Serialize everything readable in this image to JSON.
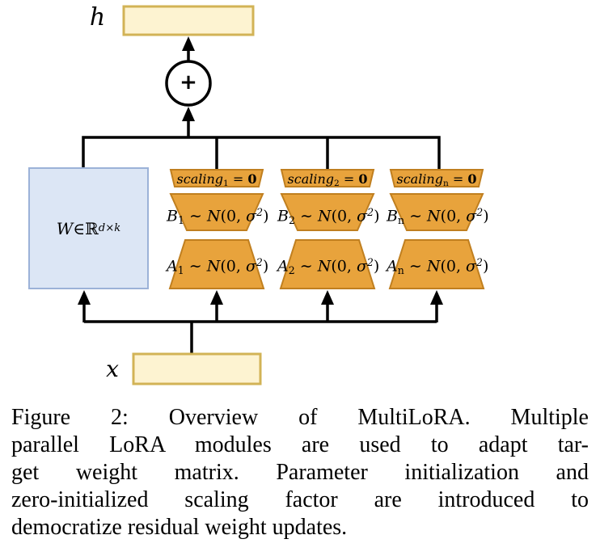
{
  "diagram": {
    "h_label": "h",
    "x_label": "x",
    "plus_label": "+",
    "w_label": [
      {
        "t": "W",
        "s": "var"
      },
      {
        "t": " ∈ ",
        "s": "plain"
      },
      {
        "t": "ℝ",
        "s": "plain"
      },
      {
        "t": "d×k",
        "s": "sup"
      }
    ],
    "columns": [
      {
        "scaling": [
          {
            "t": "scaling",
            "s": "var"
          },
          {
            "t": "1",
            "s": "sub"
          },
          {
            "t": " = ",
            "s": "plain"
          },
          {
            "t": "0",
            "s": "bold"
          }
        ],
        "b": [
          {
            "t": "B",
            "s": "var"
          },
          {
            "t": "1",
            "s": "sub"
          },
          {
            "t": " ∼ ",
            "s": "plain"
          },
          {
            "t": "N",
            "s": "cal"
          },
          {
            "t": "(0, ",
            "s": "plain"
          },
          {
            "t": "σ",
            "s": "var"
          },
          {
            "t": "2",
            "s": "sup"
          },
          {
            "t": ")",
            "s": "plain"
          }
        ],
        "a": [
          {
            "t": "A",
            "s": "var"
          },
          {
            "t": "1",
            "s": "sub"
          },
          {
            "t": " ∼ ",
            "s": "plain"
          },
          {
            "t": "N",
            "s": "cal"
          },
          {
            "t": "(0, ",
            "s": "plain"
          },
          {
            "t": "σ",
            "s": "var"
          },
          {
            "t": "2",
            "s": "sup"
          },
          {
            "t": ")",
            "s": "plain"
          }
        ]
      },
      {
        "scaling": [
          {
            "t": "scaling",
            "s": "var"
          },
          {
            "t": "2",
            "s": "sub"
          },
          {
            "t": " = ",
            "s": "plain"
          },
          {
            "t": "0",
            "s": "bold"
          }
        ],
        "b": [
          {
            "t": "B",
            "s": "var"
          },
          {
            "t": "2",
            "s": "sub"
          },
          {
            "t": " ∼ ",
            "s": "plain"
          },
          {
            "t": "N",
            "s": "cal"
          },
          {
            "t": "(0, ",
            "s": "plain"
          },
          {
            "t": "σ",
            "s": "var"
          },
          {
            "t": "2",
            "s": "sup"
          },
          {
            "t": ")",
            "s": "plain"
          }
        ],
        "a": [
          {
            "t": "A",
            "s": "var"
          },
          {
            "t": "2",
            "s": "sub"
          },
          {
            "t": " ∼ ",
            "s": "plain"
          },
          {
            "t": "N",
            "s": "cal"
          },
          {
            "t": "(0, ",
            "s": "plain"
          },
          {
            "t": "σ",
            "s": "var"
          },
          {
            "t": "2",
            "s": "sup"
          },
          {
            "t": ")",
            "s": "plain"
          }
        ]
      },
      {
        "scaling": [
          {
            "t": "scaling",
            "s": "var"
          },
          {
            "t": "n",
            "s": "sub"
          },
          {
            "t": " = ",
            "s": "plain"
          },
          {
            "t": "0",
            "s": "bold"
          }
        ],
        "b": [
          {
            "t": "B",
            "s": "var"
          },
          {
            "t": "n",
            "s": "sub"
          },
          {
            "t": " ∼ ",
            "s": "plain"
          },
          {
            "t": "N",
            "s": "cal"
          },
          {
            "t": "(0, ",
            "s": "plain"
          },
          {
            "t": "σ",
            "s": "var"
          },
          {
            "t": "2",
            "s": "sup"
          },
          {
            "t": ")",
            "s": "plain"
          }
        ],
        "a": [
          {
            "t": "A",
            "s": "var"
          },
          {
            "t": "n",
            "s": "sub"
          },
          {
            "t": " ∼ ",
            "s": "plain"
          },
          {
            "t": "N",
            "s": "cal"
          },
          {
            "t": "(0, ",
            "s": "plain"
          },
          {
            "t": "σ",
            "s": "var"
          },
          {
            "t": "2",
            "s": "sup"
          },
          {
            "t": ")",
            "s": "plain"
          }
        ]
      }
    ]
  },
  "caption": {
    "label": "Figure 2:",
    "lines": [
      "Figure 2: Overview of MultiLoRA. Multiple",
      "parallel LoRA modules are used to adapt tar-",
      "get weight matrix. Parameter initialization and",
      "zero-initialized scaling factor are introduced to",
      "democratize residual weight updates."
    ]
  },
  "colors": {
    "yellow_fill": "#FDF3D1",
    "yellow_stroke": "#D2B356",
    "blue_fill": "#DCE6F5",
    "blue_stroke": "#9CB2D8",
    "orange_fill": "#E8A33C",
    "orange_stroke": "#C07F1F",
    "line": "#000000",
    "text": "#000000"
  }
}
